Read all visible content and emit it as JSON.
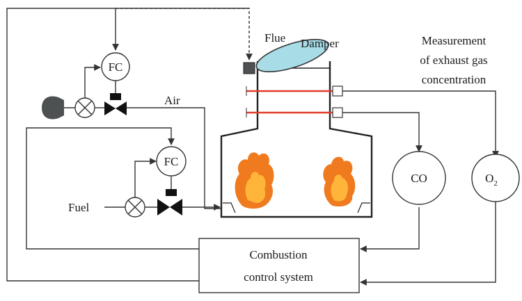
{
  "labels": {
    "flue": "Flue",
    "damper": "Damper",
    "measurement_line1": "Measurement",
    "measurement_line2": "of exhaust gas",
    "measurement_line3": "concentration",
    "air": "Air",
    "fuel": "Fuel",
    "fc_air": "FC",
    "fc_fuel": "FC",
    "co": "CO",
    "o2_main": "O",
    "o2_sub": "2",
    "control_line1": "Combustion",
    "control_line2": "control system"
  },
  "colors": {
    "line": "#333333",
    "flame_outer": "#f07a1e",
    "flame_inner": "#ffb43a",
    "damper_fill": "#a8dde8",
    "sensor_beam": "#e03a2a",
    "blower": "#4d5152",
    "valve": "#111111"
  }
}
